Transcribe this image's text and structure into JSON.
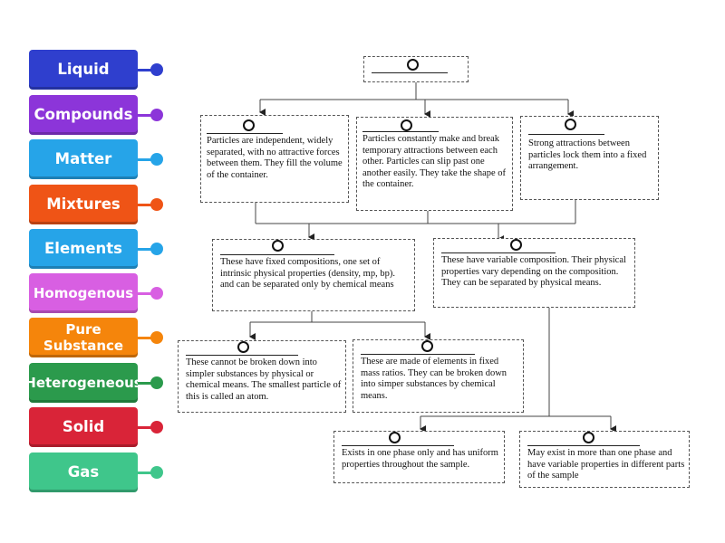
{
  "labels": [
    {
      "text": "Liquid",
      "color": "#2f3fce"
    },
    {
      "text": "Compounds",
      "color": "#8c35d9"
    },
    {
      "text": "Matter",
      "color": "#26a4e8"
    },
    {
      "text": "Mixtures",
      "color": "#ef5416"
    },
    {
      "text": "Elements",
      "color": "#26a4e8"
    },
    {
      "text": "Homogenous",
      "color": "#d85fe2"
    },
    {
      "text": "Pure Substance",
      "color": "#f5850b"
    },
    {
      "text": "Heterogeneous",
      "color": "#2b9a4c"
    },
    {
      "text": "Solid",
      "color": "#d92438"
    },
    {
      "text": "Gas",
      "color": "#3fc68b"
    }
  ],
  "diagram": {
    "boxes": {
      "gas": "Particles are independent, widely separated, with no attractive forces between them. They fill the volume of the container.",
      "liquid": "Particles constantly make and break temporary attractions between each other.  Particles can slip past one another easily. They take the shape of the container.",
      "solid": "Strong attractions between particles lock them into a fixed arrangement.",
      "pure": "These have fixed compositions, one set of intrinsic physical properties (density, mp, bp). and can be separated only by chemical means",
      "mixture": "These have variable composition.  Their physical properties vary depending on the composition.  They can be separated by physical means.",
      "element": "These cannot be broken down into simpler substances by physical or chemical means.  The smallest particle of this is called an atom.",
      "compound": "These are made of elements in fixed mass ratios.  They can be broken down into simper substances by chemical means.",
      "homogeneous": "Exists in one phase only and has uniform properties throughout the sample.",
      "heterogeneous": "May exist in more than one phase and have variable properties in different parts of the sample"
    }
  }
}
